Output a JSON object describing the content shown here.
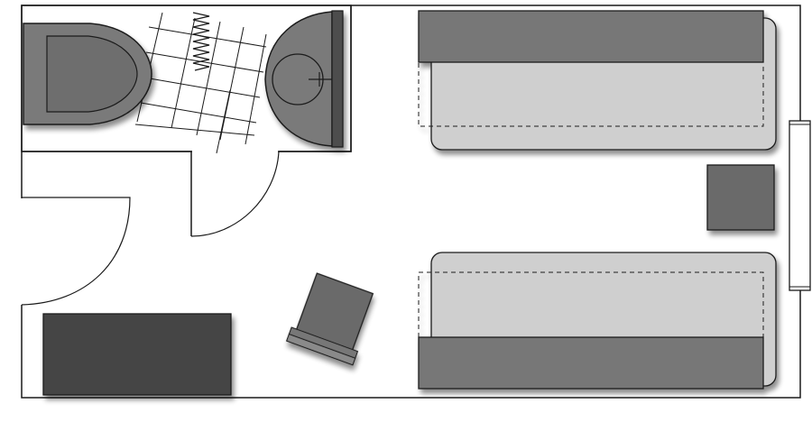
{
  "diagram": {
    "kind": "floor-plan",
    "colors": {
      "background": "#ffffff",
      "wall": "#1a1a1a",
      "fixture": "#7a7a7a",
      "fixture_dark": "#4d4d4d",
      "mattress": "#cfcfcf",
      "headboard": "#777777",
      "window": "#ffffff"
    },
    "elements": [
      "outer-wall",
      "bathroom-wall",
      "bathtub",
      "shower-grid",
      "radiator-coil",
      "toilet",
      "bathroom-door-swing",
      "entry-door-swing",
      "top-bed",
      "bottom-bed",
      "nightstand",
      "armchair",
      "dresser",
      "window"
    ]
  }
}
